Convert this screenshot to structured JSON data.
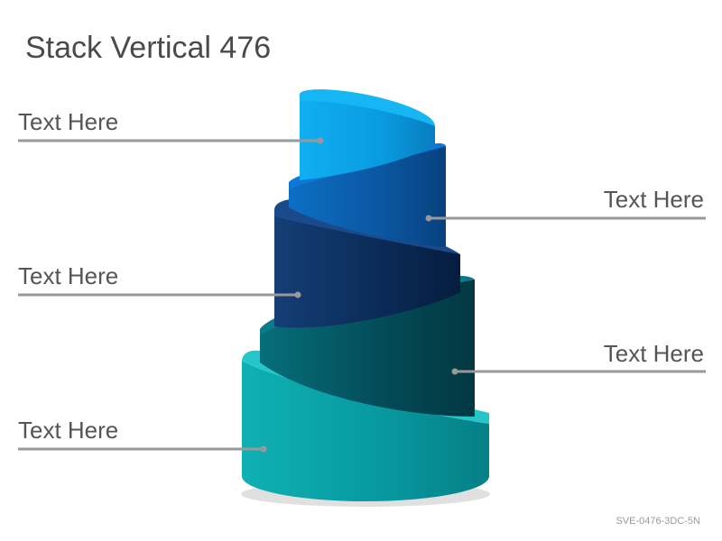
{
  "title": "Stack Vertical 476",
  "labels": [
    "Text Here",
    "Text Here",
    "Text Here",
    "Text Here",
    "Text Here"
  ],
  "footer": "SVE-0476-3DC-5N",
  "colors": {
    "tier_1": "#0aa5e8",
    "tier_2": "#0a5fb0",
    "tier_3": "#0d2f5e",
    "tier_4": "#045461",
    "tier_5": "#0a9aa0",
    "callout_line": "#999999"
  }
}
